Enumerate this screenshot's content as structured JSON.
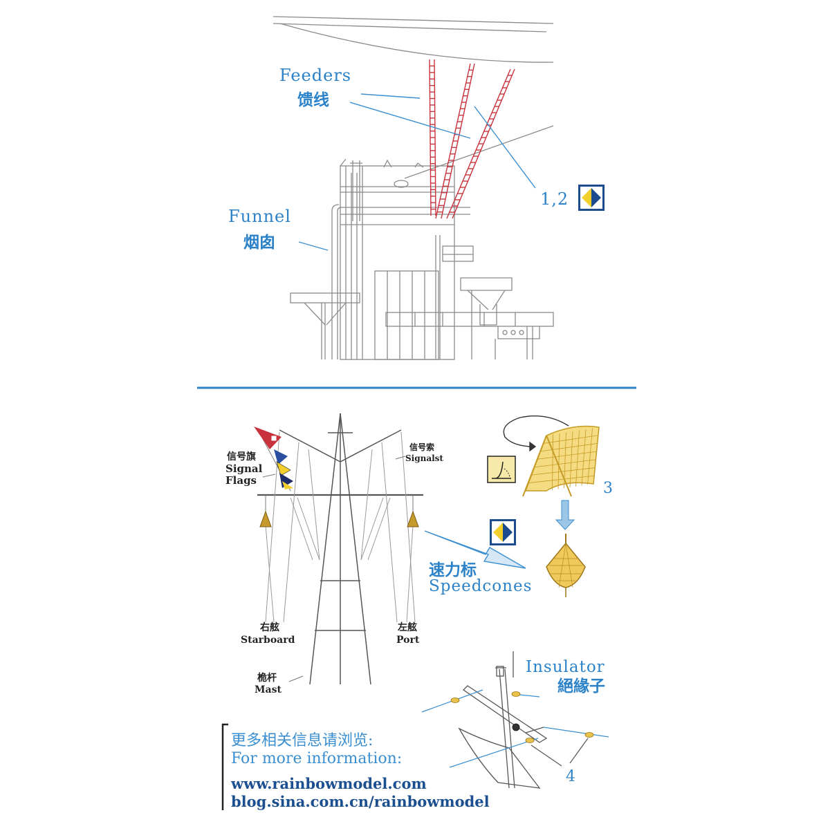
{
  "colors": {
    "line": "#8a8a8a",
    "dark_line": "#555555",
    "red": "#c8323c",
    "blue_text": "#2b82c9",
    "leader": "#3b8fd0",
    "brass": "#e2b83a",
    "divider": "#2b82c9",
    "badge_navy": "#1d4b8f",
    "badge_yellow": "#f3cf2e"
  },
  "top": {
    "feeders_en": "Feeders",
    "feeders_cn": "馈线",
    "funnel_en": "Funnel",
    "funnel_cn": "烟囱",
    "parts_label": "1,2",
    "parts_icon": "photo-etch-badge-icon"
  },
  "bottom": {
    "signal_flags_cn": "信号旗",
    "signal_flags_en1": "Signal",
    "signal_flags_en2": "Flags",
    "signalst_cn": "信号索",
    "signalst_en": "Signalst",
    "starboard_cn": "右舷",
    "starboard_en": "Starboard",
    "port_cn": "左舷",
    "port_en": "Port",
    "mast_cn": "桅杆",
    "mast_en": "Mast",
    "speedcones_cn": "速力标",
    "speedcones_en": "Speedcones",
    "part3_label": "3",
    "insulator_en": "Insulator",
    "insulator_cn": "絕緣子",
    "part4_label": "4",
    "bend_icon": "bend-step-icon",
    "speedcone_badge_icon": "photo-etch-badge-icon"
  },
  "info": {
    "line_cn": "更多相关信息请浏览:",
    "line_en": "For more information:",
    "url1": "www.rainbowmodel.com",
    "url2": "blog.sina.com.cn/rainbowmodel"
  }
}
